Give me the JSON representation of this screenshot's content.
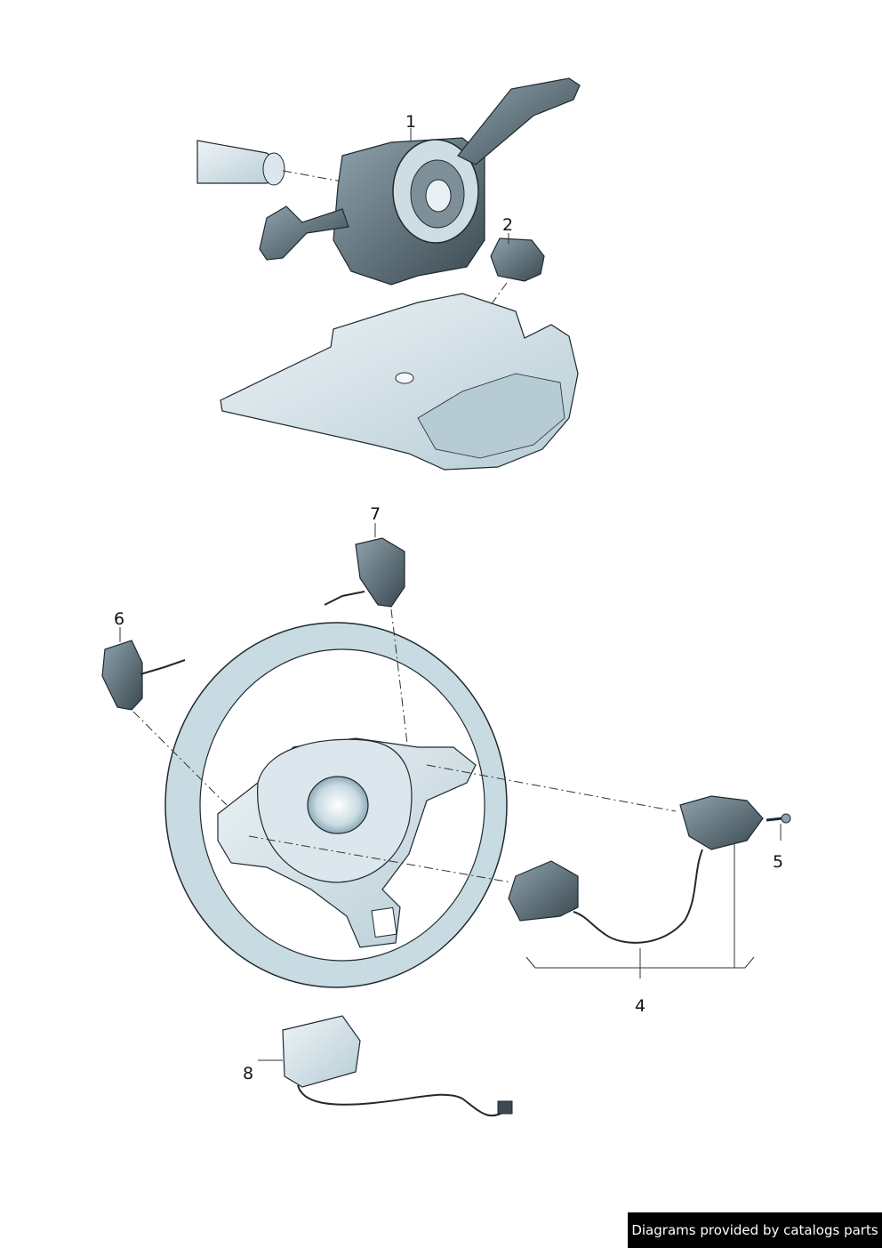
{
  "callouts": [
    {
      "id": "1",
      "label": "1"
    },
    {
      "id": "2",
      "label": "2"
    },
    {
      "id": "4",
      "label": "4"
    },
    {
      "id": "5",
      "label": "5"
    },
    {
      "id": "6",
      "label": "6"
    },
    {
      "id": "7",
      "label": "7"
    },
    {
      "id": "8",
      "label": "8"
    }
  ],
  "footer": {
    "text": "Diagrams provided by catalogs parts"
  },
  "colors": {
    "part_fill": "#dbe7ec",
    "part_shadow": "#a9c4cf",
    "part_dark": "#3d4a52",
    "outline": "#1f2a30",
    "leader": "#333333"
  }
}
